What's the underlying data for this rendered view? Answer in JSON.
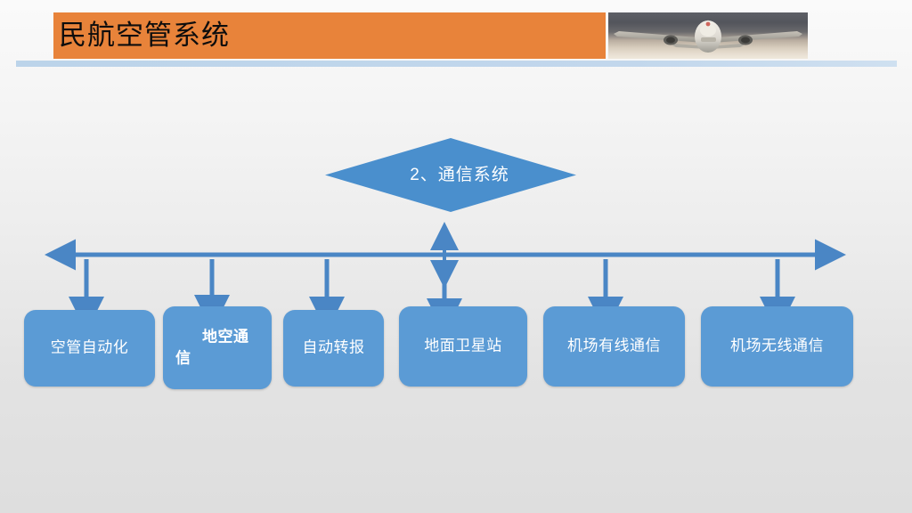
{
  "header": {
    "title": "民航空管系统",
    "banner_color": "#e8833a",
    "title_color": "#0d0d0d",
    "rule_color": "#bcd4ea",
    "photo_alt": "airplane-photo"
  },
  "diagram": {
    "root": {
      "label": "2、通信系统",
      "shape": "diamond",
      "fill": "#4a8fcd",
      "text_color": "#ffffff"
    },
    "connector": {
      "line_color": "#4a86c5",
      "left_arrow": "◄",
      "right_arrow": "►",
      "center_arrow": "↕"
    },
    "nodes": [
      {
        "label": "空管自动化",
        "fill": "#5b9bd5",
        "text_color": "#ffffff"
      },
      {
        "label": "地空通信",
        "fill": "#5b9bd5",
        "text_color": "#ffffff"
      },
      {
        "label": "自动转报",
        "fill": "#5b9bd5",
        "text_color": "#ffffff"
      },
      {
        "label": "地面卫星站",
        "fill": "#5b9bd5",
        "text_color": "#ffffff"
      },
      {
        "label": "机场有线通信",
        "fill": "#5b9bd5",
        "text_color": "#ffffff"
      },
      {
        "label": "机场无线通信",
        "fill": "#5b9bd5",
        "text_color": "#ffffff"
      }
    ]
  },
  "background": {
    "top_color": "#fafafa",
    "bottom_color": "#dedede"
  }
}
